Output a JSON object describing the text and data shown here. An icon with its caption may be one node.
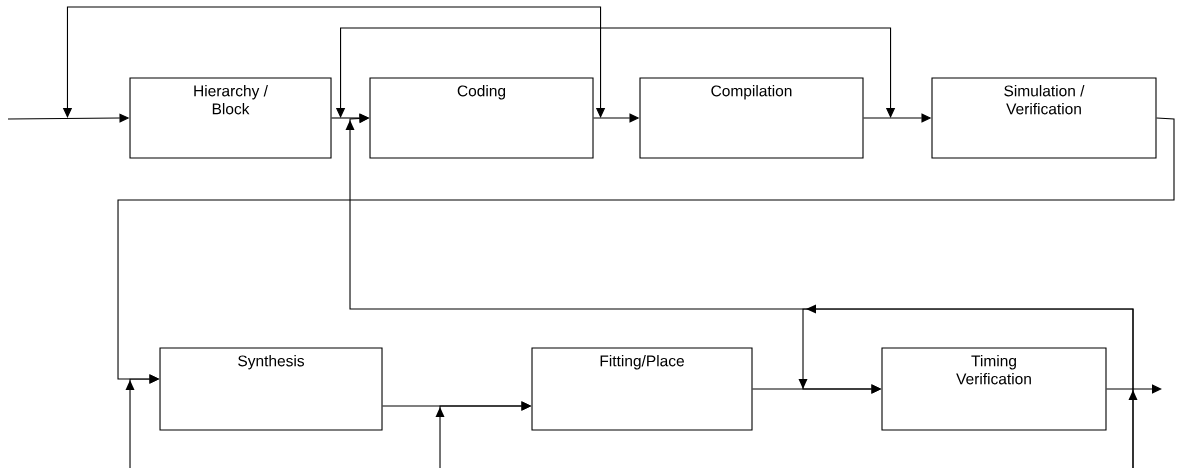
{
  "diagram": {
    "nodes": [
      {
        "text": [
          "Hierarchy / Block"
        ]
      },
      {
        "text": [
          "Coding"
        ]
      },
      {
        "text": [
          "Compilation"
        ]
      },
      {
        "text": [
          "Simulation / Verification"
        ]
      },
      {
        "text": [
          "Synthesis"
        ]
      },
      {
        "text": [
          "Fitting/Place"
        ]
      },
      {
        "text": [
          "Timing Verification"
        ]
      }
    ],
    "edges": [
      {
        "from": null,
        "to": 0,
        "arrow": "to"
      },
      {
        "from": 0,
        "to": 1,
        "arrow": "to"
      },
      {
        "from": 1,
        "to": 2,
        "arrow": "to"
      },
      {
        "from": 2,
        "to": 3,
        "arrow": "to"
      },
      {
        "from": 0,
        "to": 1,
        "arrow": "both"
      },
      {
        "from": 0,
        "to": 2,
        "arrow": "both"
      },
      {
        "from": 3,
        "to": 4,
        "arrow": "to"
      },
      {
        "from": null,
        "to": 4,
        "arrow": "to"
      },
      {
        "from": 4,
        "to": 5,
        "arrow": "to"
      },
      {
        "from": null,
        "to": 5,
        "arrow": "to"
      },
      {
        "from": 5,
        "to": 6,
        "arrow": "to"
      },
      {
        "from": 6,
        "to": null,
        "arrow": "to"
      },
      {
        "from": null,
        "to": 6,
        "arrow": "to"
      },
      {
        "from": null,
        "to": 1,
        "arrow": "to"
      }
    ]
  }
}
